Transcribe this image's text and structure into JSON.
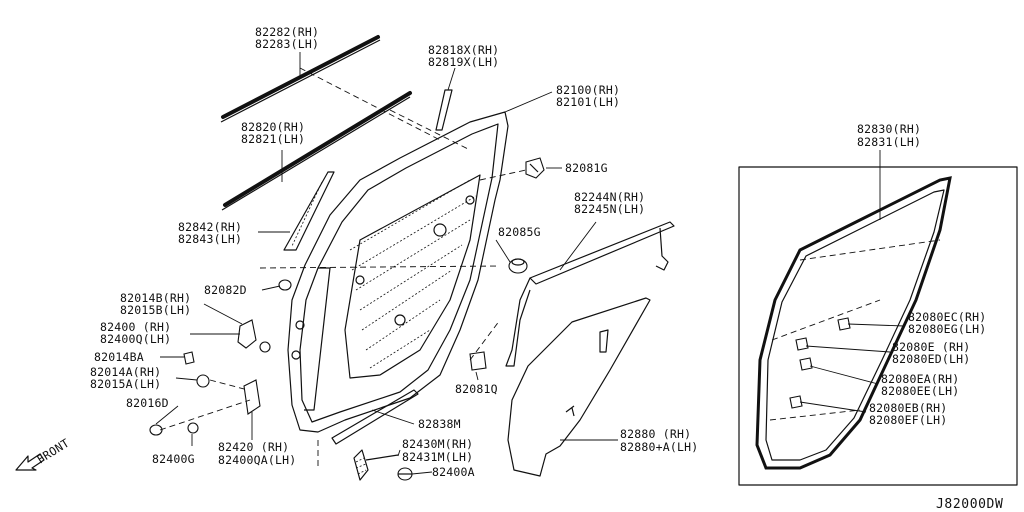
{
  "diagram_code": "J82000DW",
  "front_label": "FRONT",
  "icons": {
    "front_arrow": "arrow-left-down-icon"
  },
  "callouts": [
    {
      "id": "c82282",
      "lines": [
        "82282(RH)",
        "82283(LH)"
      ]
    },
    {
      "id": "c82818",
      "lines": [
        "82818X(RH)",
        "82819X(LH)"
      ]
    },
    {
      "id": "c82100",
      "lines": [
        "82100(RH)",
        "82101(LH)"
      ]
    },
    {
      "id": "c82820",
      "lines": [
        "82820(RH)",
        "82821(LH)"
      ]
    },
    {
      "id": "c82081G",
      "lines": [
        "82081G"
      ]
    },
    {
      "id": "c82244",
      "lines": [
        "82244N(RH)",
        "82245N(LH)"
      ]
    },
    {
      "id": "c82842",
      "lines": [
        "82842(RH)",
        "82843(LH)"
      ]
    },
    {
      "id": "c82085G",
      "lines": [
        "82085G"
      ]
    },
    {
      "id": "c82082D",
      "lines": [
        "82082D"
      ]
    },
    {
      "id": "c82014B",
      "lines": [
        "82014B(RH)",
        "82015B(LH)"
      ]
    },
    {
      "id": "c82400",
      "lines": [
        "82400 (RH)",
        "82400Q(LH)"
      ]
    },
    {
      "id": "c82014BA",
      "lines": [
        "82014BA"
      ]
    },
    {
      "id": "c82014A",
      "lines": [
        "82014A(RH)",
        "82015A(LH)"
      ]
    },
    {
      "id": "c82016D",
      "lines": [
        "82016D"
      ]
    },
    {
      "id": "c82400G",
      "lines": [
        "82400G"
      ]
    },
    {
      "id": "c82420",
      "lines": [
        "82420  (RH)",
        "82400QA(LH)"
      ]
    },
    {
      "id": "c82838M",
      "lines": [
        "82838M"
      ]
    },
    {
      "id": "c82081Q",
      "lines": [
        "82081Q"
      ]
    },
    {
      "id": "c82430M",
      "lines": [
        "82430M(RH)",
        "82431M(LH)"
      ]
    },
    {
      "id": "c82400A",
      "lines": [
        "82400A"
      ]
    },
    {
      "id": "c82880",
      "lines": [
        "82880  (RH)",
        "82880+A(LH)"
      ]
    },
    {
      "id": "c82830",
      "lines": [
        "82830(RH)",
        "82831(LH)"
      ]
    },
    {
      "id": "c82080EC",
      "lines": [
        "82080EC(RH)",
        "82080EG(LH)"
      ]
    },
    {
      "id": "c82080E",
      "lines": [
        "82080E  (RH)",
        "82080ED(LH)"
      ]
    },
    {
      "id": "c82080EA",
      "lines": [
        "82080EA(RH)",
        "82080EE(LH)"
      ]
    },
    {
      "id": "c82080EB",
      "lines": [
        "82080EB(RH)",
        "82080EF(LH)"
      ]
    }
  ]
}
